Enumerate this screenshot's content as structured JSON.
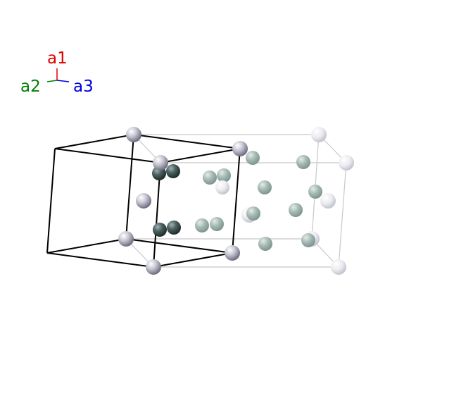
{
  "axes": {
    "a1": {
      "label": "a1",
      "color": "#e00000"
    },
    "a2": {
      "label": "a2",
      "color": "#008000"
    },
    "a3": {
      "label": "a3",
      "color": "#0000e0"
    }
  },
  "colors": {
    "primary_cell_edges": "#000000",
    "ghost_cell_edges": "#c8c8c8",
    "atom_light": "#b8b8c8",
    "atom_dark": "#4a5e5e",
    "atom_ghost_green": "#a4b8b2",
    "atom_ghost_white": "#e8e8ee"
  }
}
